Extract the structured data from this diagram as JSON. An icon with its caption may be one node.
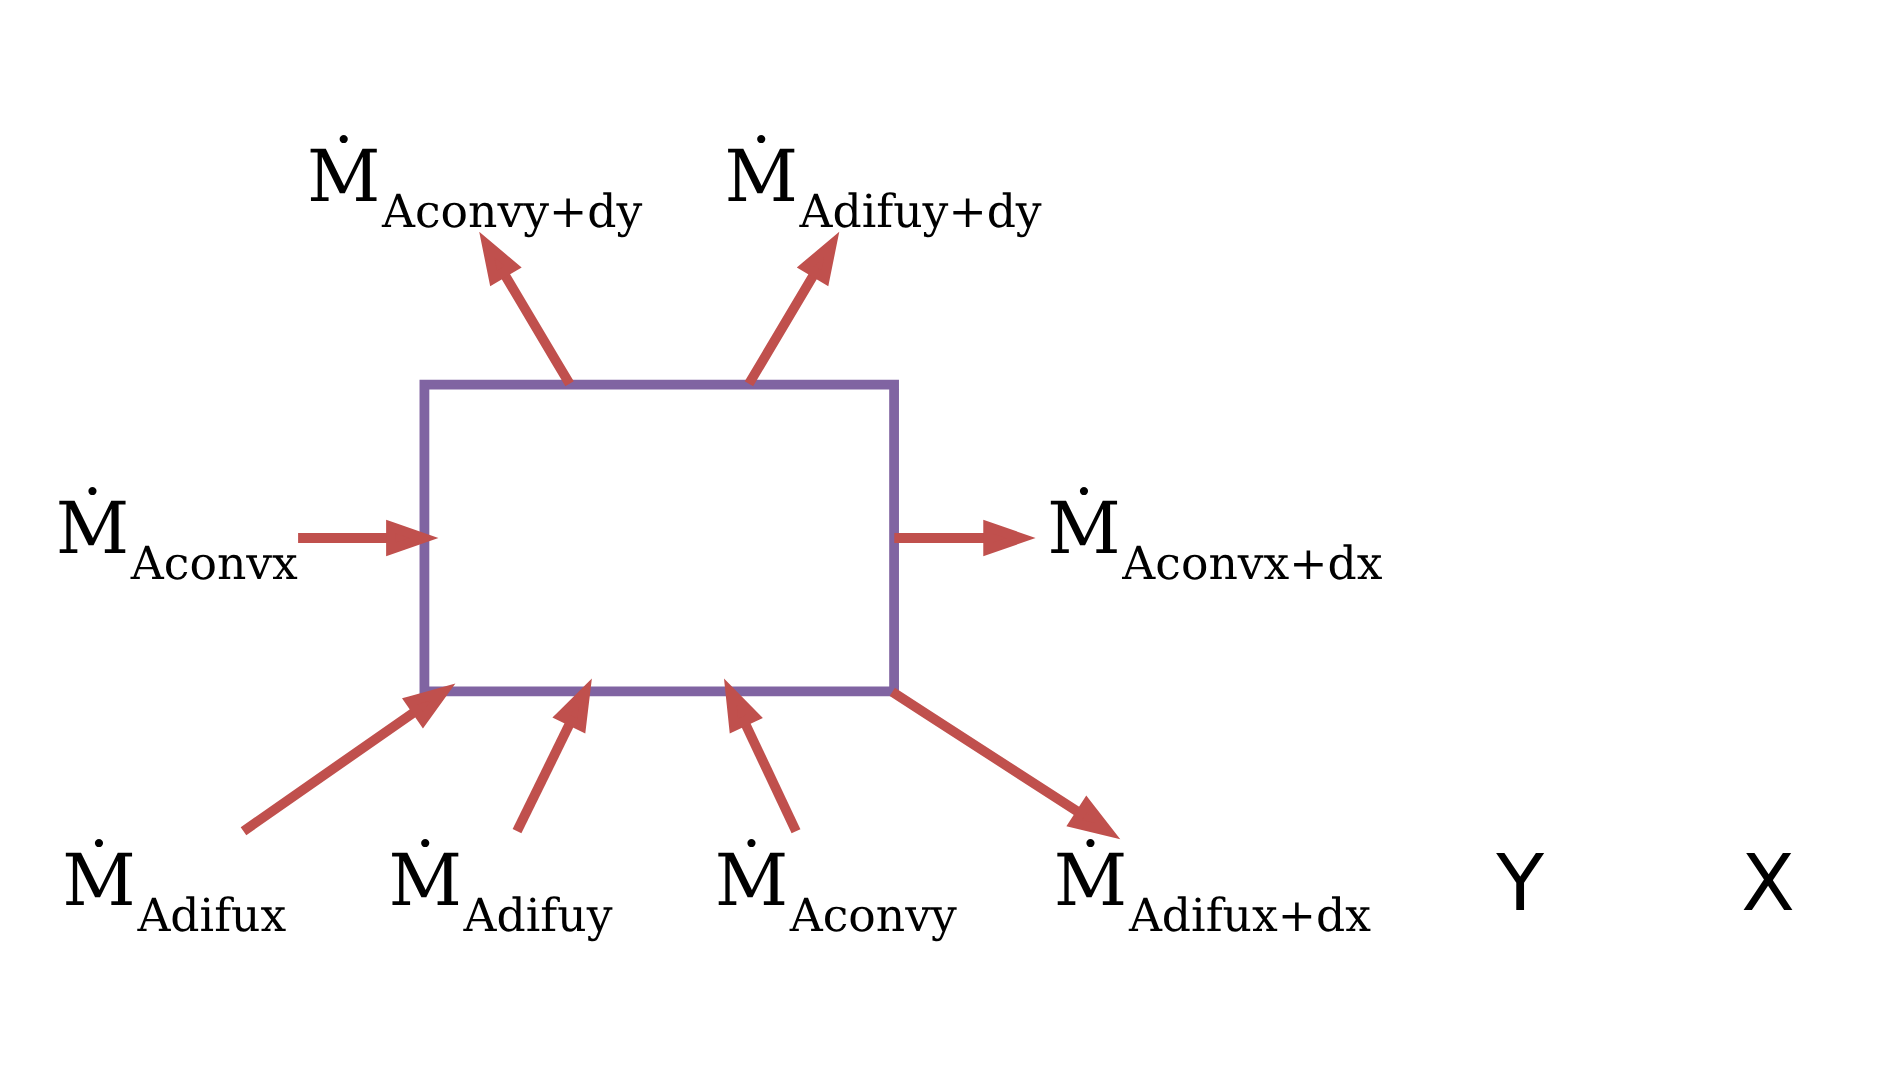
{
  "diagram": {
    "nodes": [
      {
        "text": [
          "Ṁ$_{Aconvy+dy}$"
        ]
      },
      {
        "text": [
          "Ṁ$_{Adifuy+dy}$"
        ]
      },
      {
        "text": [
          "Ṁ$_{Aconvx}$"
        ]
      },
      {
        "text": [
          "Ṁ$_{Adifux}$"
        ]
      },
      {
        "text": [],
        "shape": "box"
      },
      {
        "text": [
          "Ṁ$_{Aconvx+dx}$"
        ]
      },
      {
        "text": [
          "Ṁ$_{Adifux+dx}$"
        ]
      },
      {
        "text": [
          "Ṁ$_{Aconvy}$"
        ]
      },
      {
        "text": [
          "Ṁ$_{Adifuy}$"
        ]
      }
    ],
    "edges": [
      {
        "from": 4,
        "to": 0,
        "arrow": "to"
      },
      {
        "from": 4,
        "to": 1,
        "arrow": "to"
      },
      {
        "from": 2,
        "to": 4,
        "arrow": "to"
      },
      {
        "from": 3,
        "to": 4,
        "arrow": "to"
      },
      {
        "from": 4,
        "to": 5,
        "arrow": "to"
      },
      {
        "from": 4,
        "to": 6,
        "arrow": "to"
      },
      {
        "from": 7,
        "to": 4,
        "arrow": "to"
      },
      {
        "from": 8,
        "to": 4,
        "arrow": "to"
      }
    ],
    "labels": [
      "Y",
      "X"
    ]
  }
}
